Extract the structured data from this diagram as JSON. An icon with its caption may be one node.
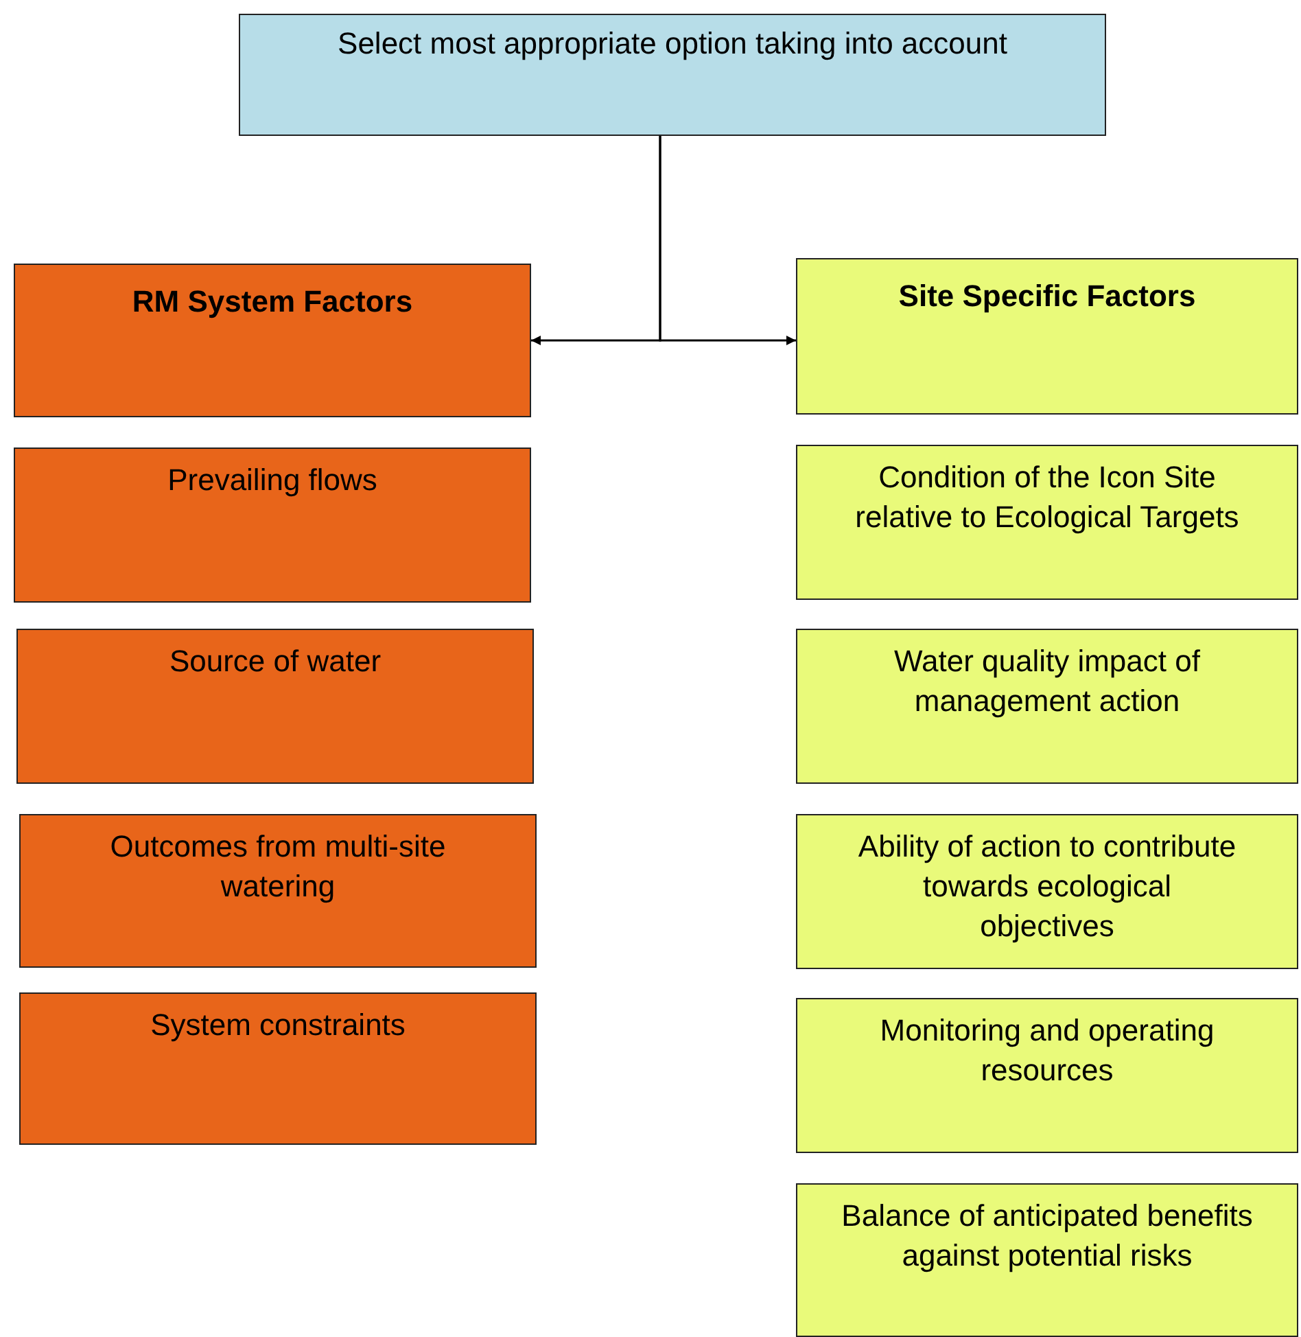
{
  "diagram": {
    "nodes": [
      {
        "text": [
          "Select most appropriate option taking into account"
        ]
      },
      {
        "text": [
          "RM System Factors"
        ]
      },
      {
        "text": [
          "Site Specific Factors"
        ]
      },
      {
        "text": [
          "Prevailing flows"
        ]
      },
      {
        "text": [
          "Source of water"
        ]
      },
      {
        "text": [
          "Outcomes from multi-site watering"
        ]
      },
      {
        "text": [
          "System constraints"
        ]
      },
      {
        "text": [
          "Condition of the Icon Site relative to Ecological Targets"
        ]
      },
      {
        "text": [
          "Water quality impact of management action"
        ]
      },
      {
        "text": [
          "Ability of action to contribute towards ecological objectives"
        ]
      },
      {
        "text": [
          "Monitoring and operating resources"
        ]
      },
      {
        "text": [
          "Balance of anticipated benefits against potential risks"
        ]
      }
    ],
    "edges": [
      {
        "from": 0,
        "to": 1,
        "arrow": "to"
      },
      {
        "from": 0,
        "to": 2,
        "arrow": "to"
      }
    ]
  }
}
